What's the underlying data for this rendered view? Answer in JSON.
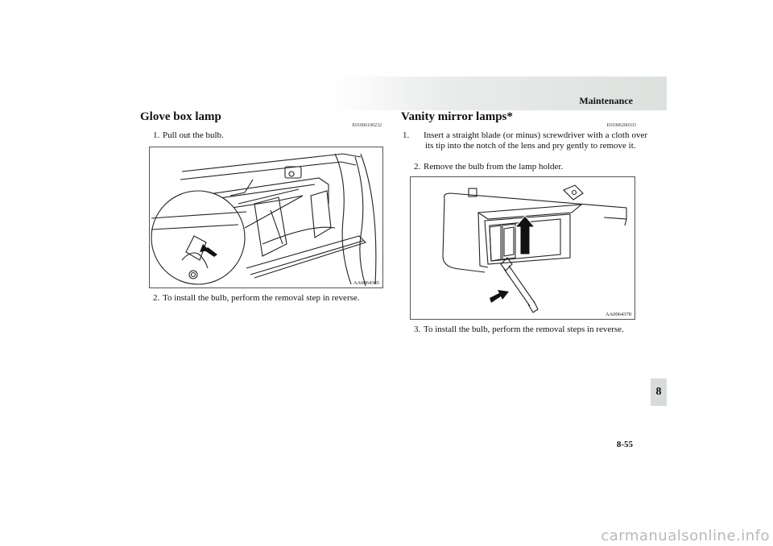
{
  "header": {
    "title": "Maintenance"
  },
  "left": {
    "heading": "Glove box lamp",
    "code": "E01006100232",
    "step1_num": "1.",
    "step1_text": "Pull out the bulb.",
    "figure_label": "AA0064365",
    "step2_num": "2.",
    "step2_text": "To install the bulb, perform the removal step in reverse."
  },
  "right": {
    "heading": "Vanity mirror lamps*",
    "code": "E01006200103",
    "step1_num": "1.",
    "step1_text": "Insert a straight blade (or minus) screwdriver with a cloth over its tip into the notch of the lens and pry gently to remove it.",
    "step2_num": "2.",
    "step2_text": "Remove the bulb from the lamp holder.",
    "figure_label": "AA0064378",
    "step3_num": "3.",
    "step3_text": "To install the bulb, perform the removal steps in reverse."
  },
  "tab": {
    "label": "8"
  },
  "footer": {
    "page_number": "8-55"
  },
  "watermark": {
    "text": "carmanualsonline.info"
  }
}
